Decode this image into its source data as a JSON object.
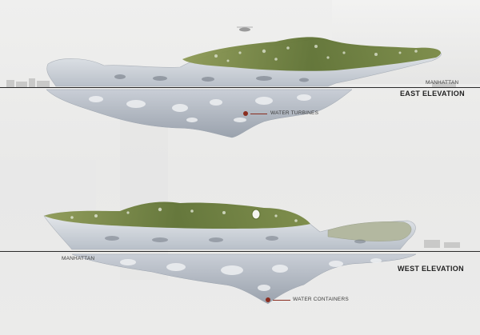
{
  "east": {
    "location_label": "MANHATTAN",
    "elevation_title": "EAST ELEVATION",
    "callout": "WATER TURBINES"
  },
  "west": {
    "location_label": "MANHATTAN",
    "elevation_title": "WEST ELEVATION",
    "callout": "WATER CONTAINERS"
  },
  "colors": {
    "background": "#ebebea",
    "structure": "#d8dde3",
    "vegetation": "#6f7f3c",
    "callout_dot": "#8a2d20",
    "waterline": "#2a2a2a"
  }
}
